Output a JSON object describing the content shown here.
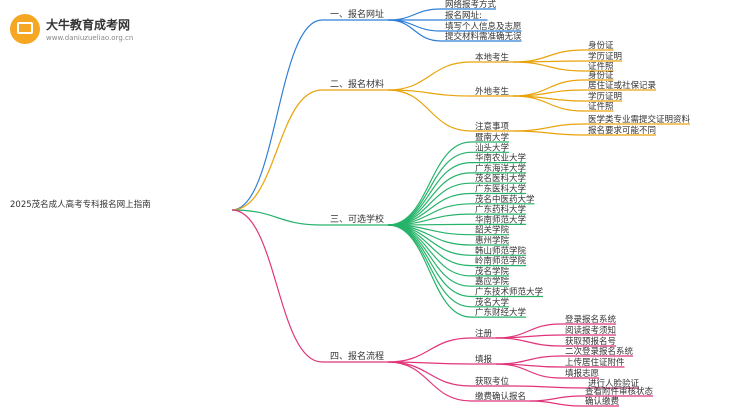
{
  "logo": {
    "title": "大牛教育成考网",
    "url": "www.daniuzueliao.org.cn",
    "icon": "graduation-cap-icon"
  },
  "colors": {
    "blue": "#2f7fd6",
    "orange": "#e9a30a",
    "green": "#27b36a",
    "pink": "#e1347a",
    "root": "#333333"
  },
  "root": "2025茂名成人高考专科报名网上指南",
  "branches": [
    {
      "label": "一、报名网址",
      "color": "blue",
      "children": [
        {
          "label": "网络报考方式"
        },
        {
          "label": "报名网址:"
        },
        {
          "label": "填写个人信息及志愿"
        },
        {
          "label": "提交材料需准确无误"
        }
      ]
    },
    {
      "label": "二、报名材料",
      "color": "orange",
      "children": [
        {
          "label": "本地考生",
          "children": [
            {
              "label": "身份证"
            },
            {
              "label": "学历证明"
            },
            {
              "label": "证件照"
            }
          ]
        },
        {
          "label": "外地考生",
          "children": [
            {
              "label": "身份证"
            },
            {
              "label": "居住证或社保记录"
            },
            {
              "label": "学历证明"
            },
            {
              "label": "证件照"
            }
          ]
        },
        {
          "label": "注意事项",
          "children": [
            {
              "label": "医学类专业需提交证明资料"
            },
            {
              "label": "报名要求可能不同"
            }
          ]
        }
      ]
    },
    {
      "label": "三、可选学校",
      "color": "green",
      "children": [
        {
          "label": "暨南大学"
        },
        {
          "label": "汕头大学"
        },
        {
          "label": "华南农业大学"
        },
        {
          "label": "广东海洋大学"
        },
        {
          "label": "茂名医科大学"
        },
        {
          "label": "广东医科大学"
        },
        {
          "label": "茂名中医药大学"
        },
        {
          "label": "广东药科大学"
        },
        {
          "label": "华南师范大学"
        },
        {
          "label": "韶关学院"
        },
        {
          "label": "惠州学院"
        },
        {
          "label": "韩山师范学院"
        },
        {
          "label": "岭南师范学院"
        },
        {
          "label": "茂名学院"
        },
        {
          "label": "嘉应学院"
        },
        {
          "label": "广东技术师范大学"
        },
        {
          "label": "茂名大学"
        },
        {
          "label": "广东财经大学"
        }
      ]
    },
    {
      "label": "四、报名流程",
      "color": "pink",
      "children": [
        {
          "label": "注册",
          "children": [
            {
              "label": "登录报名系统"
            },
            {
              "label": "阅读报考须知"
            },
            {
              "label": "获取预报名号"
            }
          ]
        },
        {
          "label": "填报",
          "children": [
            {
              "label": "二次登录报名系统"
            },
            {
              "label": "上传居住证附件"
            },
            {
              "label": "填报志愿"
            }
          ]
        },
        {
          "label": "获取考位",
          "children": [
            {
              "label": "进行人脸验证"
            }
          ]
        },
        {
          "label": "缴费确认报名",
          "children": [
            {
              "label": "查看附件审核状态"
            },
            {
              "label": "确认缴费"
            }
          ]
        }
      ]
    }
  ]
}
